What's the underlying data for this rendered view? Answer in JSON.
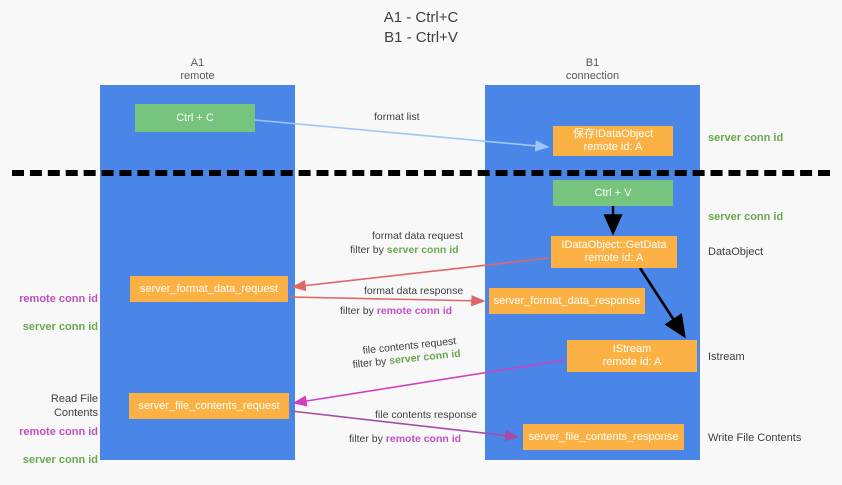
{
  "title": "A1 - Ctrl+C\nB1 - Ctrl+V",
  "columns": [
    {
      "id": "a1",
      "label": "A1\nremote"
    },
    {
      "id": "b1",
      "label": "B1\nconnection"
    }
  ],
  "nodes": [
    {
      "id": "ctrl-c",
      "text": "Ctrl + C",
      "color": "#76c47d"
    },
    {
      "id": "save-idataobject",
      "text": "保存IDataObject\nremote id: A",
      "color": "#fbb143"
    },
    {
      "id": "ctrl-v",
      "text": "Ctrl + V",
      "color": "#76c47d"
    },
    {
      "id": "idataobject-getdata",
      "text": "IDataObject::GetData\nremote id: A",
      "color": "#fbb143"
    },
    {
      "id": "server-format-data-request",
      "text": "server_format_data_request",
      "color": "#fbb143"
    },
    {
      "id": "server-format-data-response",
      "text": "server_format_data_response",
      "color": "#fbb143"
    },
    {
      "id": "istream",
      "text": "IStream\nremote id: A",
      "color": "#fbb143"
    },
    {
      "id": "server-file-contents-request",
      "text": "server_file_contents_request",
      "color": "#fbb143"
    },
    {
      "id": "server-file-contents-response",
      "text": "server_file_contents_response",
      "color": "#fbb143"
    }
  ],
  "edge_labels": {
    "format_list": "format list",
    "format_data_request": "format data request",
    "format_data_request_filter_prefix": "filter by ",
    "format_data_request_filter_value": "server conn id",
    "format_data_response": "format data response",
    "format_data_response_filter_prefix": "filter by ",
    "format_data_response_filter_value": "remote conn id",
    "file_contents_request": "file contents request",
    "file_contents_request_filter_prefix": "filter by ",
    "file_contents_request_filter_value": "server conn id",
    "file_contents_response": "file contents response",
    "file_contents_response_filter_prefix": "filter by ",
    "file_contents_response_filter_value": "remote conn id"
  },
  "annotations": {
    "server_conn_id_top": "server conn id",
    "server_conn_id_mid": "server conn id",
    "data_object": "DataObject",
    "istream": "Istream",
    "write_file_contents": "Write File Contents",
    "read_file_contents": "Read File Contents",
    "remote_conn_id_left1": "remote conn id",
    "server_conn_id_left1": "server conn id",
    "remote_conn_id_left2": "remote conn id",
    "server_conn_id_left2": "server conn id"
  },
  "colors": {
    "lane": "#4a86e8",
    "green_node": "#76c47d",
    "orange_node": "#fbb143",
    "green_text": "#6aa84f",
    "purple_text": "#c050c0",
    "arrow_blue": "#9fc5f8",
    "arrow_red": "#e06666",
    "arrow_magenta": "#d040c0",
    "arrow_purple": "#a64ca6",
    "arrow_black": "#000000",
    "background": "#f8f8f8"
  }
}
